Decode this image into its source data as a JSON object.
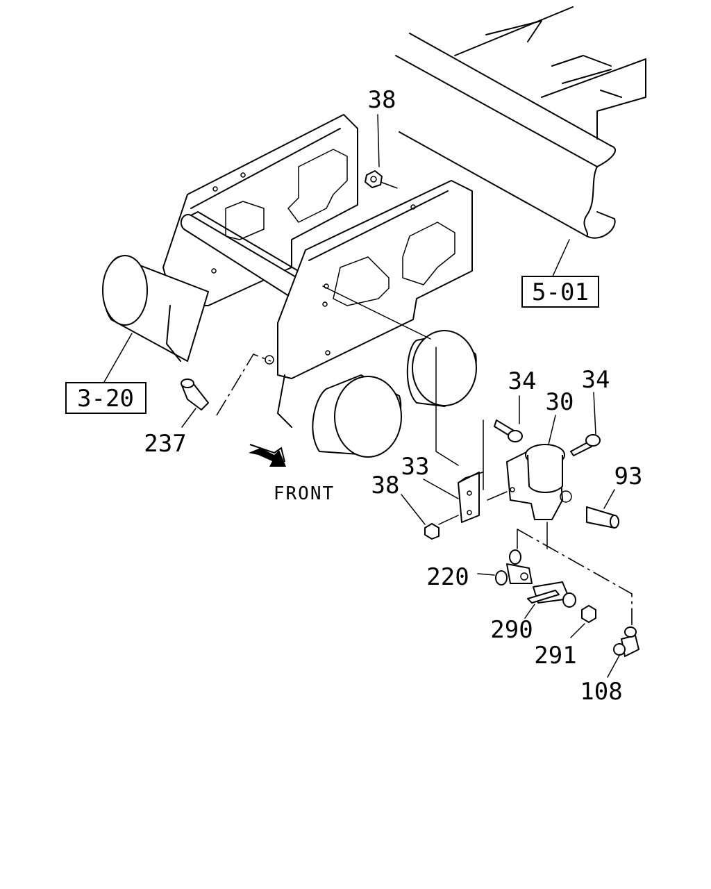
{
  "diagram": {
    "direction_label": "FRONT",
    "reference_boxes": [
      {
        "id": "ref-5-01",
        "text": "5-01"
      },
      {
        "id": "ref-3-20",
        "text": "3-20"
      }
    ],
    "callouts": [
      {
        "id": "38-top",
        "text": "38"
      },
      {
        "id": "34-left",
        "text": "34"
      },
      {
        "id": "34-right",
        "text": "34"
      },
      {
        "id": "30",
        "text": "30"
      },
      {
        "id": "33",
        "text": "33"
      },
      {
        "id": "38-bottom",
        "text": "38"
      },
      {
        "id": "93",
        "text": "93"
      },
      {
        "id": "237",
        "text": "237"
      },
      {
        "id": "220",
        "text": "220"
      },
      {
        "id": "290",
        "text": "290"
      },
      {
        "id": "291",
        "text": "291"
      },
      {
        "id": "108",
        "text": "108"
      }
    ]
  }
}
